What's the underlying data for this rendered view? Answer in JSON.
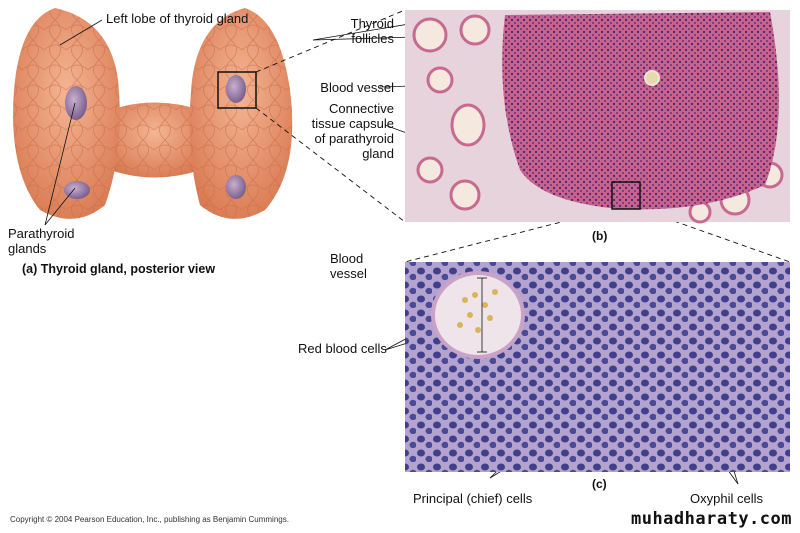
{
  "panel_a": {
    "caption": "(a) Thyroid gland, posterior view",
    "label_left_lobe": "Left lobe of thyroid gland",
    "label_parathyroid": "Parathyroid glands"
  },
  "panel_b": {
    "caption": "(b)",
    "label_follicles": "Thyroid follicles",
    "label_vessel": "Blood vessel",
    "label_capsule": "Connective tissue capsule of parathyroid gland"
  },
  "panel_c": {
    "caption": "(c)",
    "label_vessel": "Blood vessel",
    "label_rbc": "Red blood cells",
    "label_principal": "Principal (chief) cells",
    "label_oxyphil": "Oxyphil cells"
  },
  "footer": {
    "copyright": "Copyright © 2004 Pearson Education, Inc., publishing as Benjamin Cummings.",
    "watermark": "muhadharaty.com"
  },
  "colors": {
    "gland": "#e8956c",
    "parathyroid": "#9c7fa6",
    "tissue_b": "#c25a86",
    "tissue_c": "#a99ac8"
  }
}
